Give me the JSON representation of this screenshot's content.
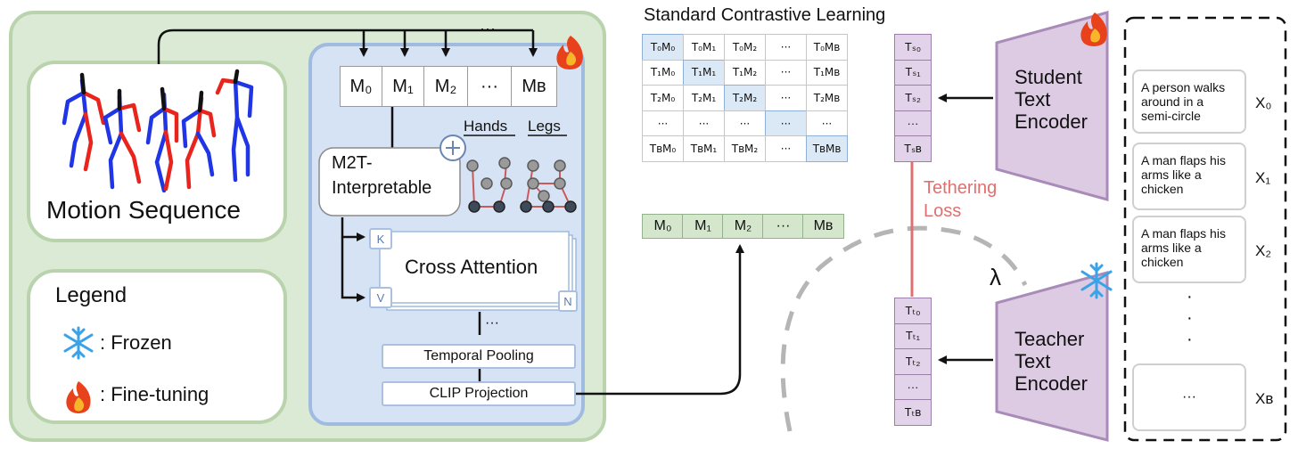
{
  "motion_panel": {
    "motion_sequence_label": "Motion Sequence",
    "legend": {
      "title": "Legend",
      "frozen": ": Frozen",
      "fine_tuning": ": Fine-tuning"
    },
    "top_ellipsis": "···"
  },
  "encoder": {
    "motion_tokens": [
      "M₀",
      "M₁",
      "M₂",
      "···",
      "Mʙ"
    ],
    "m2t_label_line1": "M2T-",
    "m2t_label_line2": "Interpretable",
    "hands_label": "Hands",
    "legs_label": "Legs",
    "cross_attention": "Cross Attention",
    "k_label": "K",
    "v_label": "V",
    "n_label": "N",
    "mid_ellipsis": "···",
    "temporal_pooling": "Temporal Pooling",
    "clip_projection": "CLIP Projection"
  },
  "contrastive": {
    "title": "Standard Contrastive Learning",
    "matrix": [
      [
        "T₀M₀",
        "T₀M₁",
        "T₀M₂",
        "···",
        "T₀Mʙ"
      ],
      [
        "T₁M₀",
        "T₁M₁",
        "T₁M₂",
        "···",
        "T₁Mʙ"
      ],
      [
        "T₂M₀",
        "T₂M₁",
        "T₂M₂",
        "···",
        "T₂Mʙ"
      ],
      [
        "···",
        "···",
        "···",
        "···",
        "···"
      ],
      [
        "TʙM₀",
        "TʙM₁",
        "TʙM₂",
        "···",
        "TʙMʙ"
      ]
    ],
    "motion_row": [
      "M₀",
      "M₁",
      "M₂",
      "···",
      "Mʙ"
    ]
  },
  "text_side": {
    "student_tokens": [
      "Tₛ₀",
      "Tₛ₁",
      "Tₛ₂",
      "···",
      "Tₛʙ"
    ],
    "teacher_tokens": [
      "Tₜ₀",
      "Tₜ₁",
      "Tₜ₂",
      "···",
      "Tₜʙ"
    ],
    "tethering_line1": "Tethering",
    "tethering_line2": "Loss",
    "lambda": "λ",
    "student_encoder": [
      "Student",
      "Text",
      "Encoder"
    ],
    "teacher_encoder": [
      "Teacher",
      "Text",
      "Encoder"
    ]
  },
  "captions": {
    "items": [
      {
        "text": "A person walks around in a semi-circle",
        "label": "X₀"
      },
      {
        "text": "A man flaps his arms like a chicken",
        "label": "X₁"
      },
      {
        "text": "A man flaps his arms like a chicken",
        "label": "X₂"
      },
      {
        "text": "···",
        "label": "Xʙ"
      }
    ],
    "vdots": "·"
  },
  "colors": {
    "green_panel": "#dbead4",
    "green_border": "#b9d3ad",
    "blue_panel": "#d6e3f5",
    "blue_border": "#9fbbe0",
    "purple_encoder": "#dccbe3",
    "tether_red": "#e07070",
    "skeleton_red": "#e8241c",
    "skeleton_blue": "#1f35e6"
  }
}
